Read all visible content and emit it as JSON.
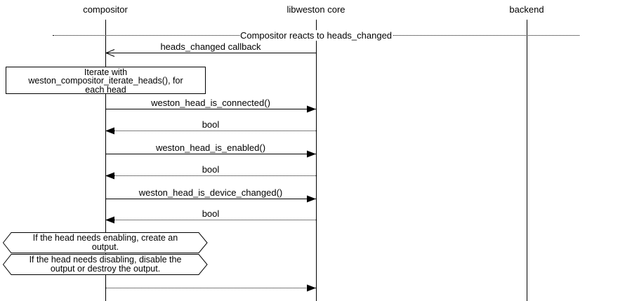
{
  "colors": {
    "line": "#000000",
    "background": "#ffffff"
  },
  "actors": [
    {
      "label": "compositor"
    },
    {
      "label": "libweston core"
    },
    {
      "label": "backend"
    }
  ],
  "divider": {
    "label": "Compositor reacts to heads_changed"
  },
  "messages": [
    {
      "label": "heads_changed callback",
      "from": "libweston core",
      "to": "compositor",
      "line": "solid",
      "arrowhead": "open"
    },
    {
      "label": "weston_head_is_connected()",
      "from": "compositor",
      "to": "libweston core",
      "line": "solid",
      "arrowhead": "filled"
    },
    {
      "label": "bool",
      "from": "libweston core",
      "to": "compositor",
      "line": "dotted",
      "arrowhead": "filled"
    },
    {
      "label": "weston_head_is_enabled()",
      "from": "compositor",
      "to": "libweston core",
      "line": "solid",
      "arrowhead": "filled"
    },
    {
      "label": "bool",
      "from": "libweston core",
      "to": "compositor",
      "line": "dotted",
      "arrowhead": "filled"
    },
    {
      "label": "weston_head_is_device_changed()",
      "from": "compositor",
      "to": "libweston core",
      "line": "solid",
      "arrowhead": "filled"
    },
    {
      "label": "bool",
      "from": "libweston core",
      "to": "compositor",
      "line": "dotted",
      "arrowhead": "filled"
    },
    {
      "label": "",
      "from": "compositor",
      "to": "libweston core",
      "line": "dotted",
      "arrowhead": "filled"
    }
  ],
  "note": {
    "lines": [
      "Iterate with",
      "weston_compositor_iterate_heads(), for",
      "each head"
    ]
  },
  "conditions": [
    {
      "lines": [
        "If the head needs enabling, create an",
        "output."
      ]
    },
    {
      "lines": [
        "If the head needs disabling, disable the",
        "output or destroy the output."
      ]
    }
  ]
}
